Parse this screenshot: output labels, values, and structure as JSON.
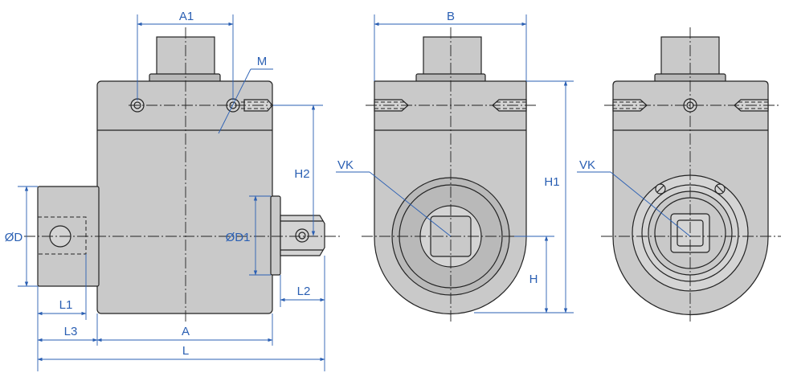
{
  "labels": {
    "a1": "A1",
    "m": "M",
    "h2": "H2",
    "d": "ØD",
    "d1": "ØD1",
    "l1": "L1",
    "l2": "L2",
    "l3": "L3",
    "a": "A",
    "l": "L",
    "b": "B",
    "vk_middle": "VK",
    "h1": "H1",
    "h": "H",
    "vk_right": "VK"
  },
  "colors": {
    "body": "#c9c9c9",
    "outline": "#222222",
    "dimension": "#2a5fb3"
  }
}
